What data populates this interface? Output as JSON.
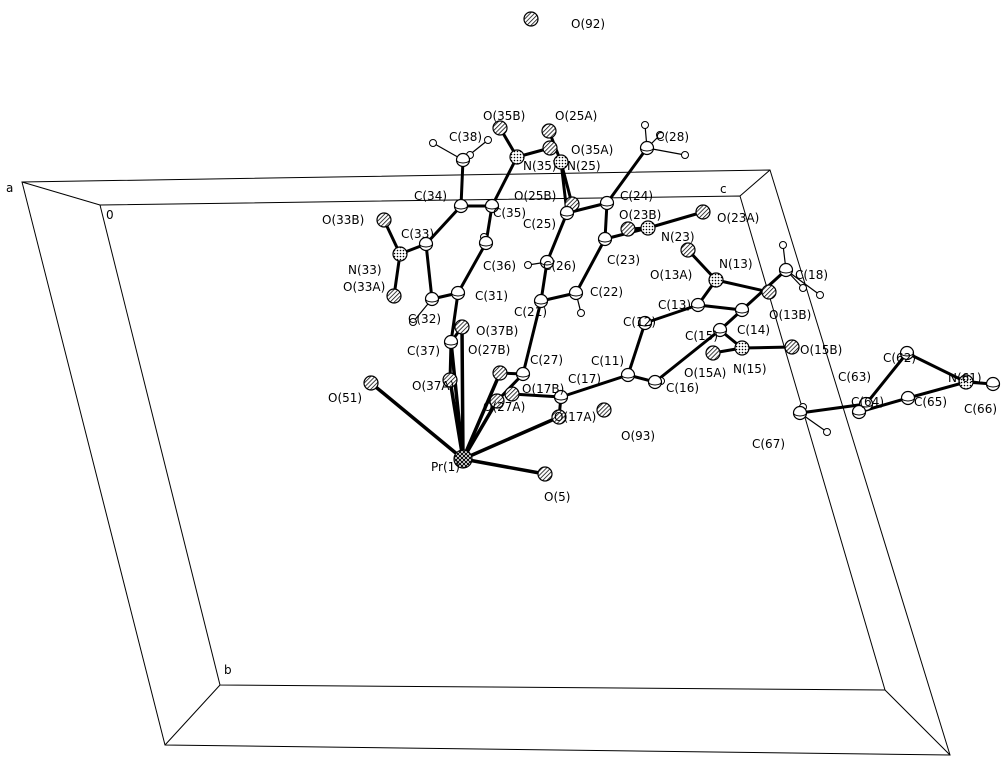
{
  "cell": {
    "origin_label": "0",
    "a_label": "a",
    "b_label": "b",
    "c_label": "c"
  },
  "atoms": [
    {
      "id": "O92",
      "label": "O(92)",
      "el": "O"
    },
    {
      "id": "O35B",
      "label": "O(35B)",
      "el": "O"
    },
    {
      "id": "O25A",
      "label": "O(25A)",
      "el": "O"
    },
    {
      "id": "C38",
      "label": "C(38)",
      "el": "C"
    },
    {
      "id": "O35A",
      "label": "O(35A)",
      "el": "O"
    },
    {
      "id": "C28",
      "label": "C(28)",
      "el": "C"
    },
    {
      "id": "N35",
      "label": "N(35)",
      "el": "N"
    },
    {
      "id": "N25",
      "label": "N(25)",
      "el": "N"
    },
    {
      "id": "C34",
      "label": "C(34)",
      "el": "C"
    },
    {
      "id": "O25B",
      "label": "O(25B)",
      "el": "O"
    },
    {
      "id": "C24",
      "label": "C(24)",
      "el": "C"
    },
    {
      "id": "C35",
      "label": "C(35)",
      "el": "C"
    },
    {
      "id": "C25",
      "label": "C(25)",
      "el": "C"
    },
    {
      "id": "O33B",
      "label": "O(33B)",
      "el": "O"
    },
    {
      "id": "C33",
      "label": "C(33)",
      "el": "C"
    },
    {
      "id": "O23B",
      "label": "O(23B)",
      "el": "O"
    },
    {
      "id": "O23A",
      "label": "O(23A)",
      "el": "O"
    },
    {
      "id": "N23",
      "label": "N(23)",
      "el": "N"
    },
    {
      "id": "C23",
      "label": "C(23)",
      "el": "C"
    },
    {
      "id": "N33",
      "label": "N(33)",
      "el": "N"
    },
    {
      "id": "C36",
      "label": "C(36)",
      "el": "C"
    },
    {
      "id": "C26",
      "label": "C(26)",
      "el": "C"
    },
    {
      "id": "N13",
      "label": "N(13)",
      "el": "N"
    },
    {
      "id": "C18",
      "label": "C(18)",
      "el": "C"
    },
    {
      "id": "O13A",
      "label": "O(13A)",
      "el": "O"
    },
    {
      "id": "C31",
      "label": "C(31)",
      "el": "C"
    },
    {
      "id": "C21",
      "label": "C(21)",
      "el": "C"
    },
    {
      "id": "C22",
      "label": "C(22)",
      "el": "C"
    },
    {
      "id": "O33A",
      "label": "O(33A)",
      "el": "O"
    },
    {
      "id": "C13",
      "label": "C(13)",
      "el": "C"
    },
    {
      "id": "O13B",
      "label": "O(13B)",
      "el": "O"
    },
    {
      "id": "C32",
      "label": "C(32)",
      "el": "C"
    },
    {
      "id": "C14",
      "label": "C(14)",
      "el": "C"
    },
    {
      "id": "C12",
      "label": "C(12)",
      "el": "C"
    },
    {
      "id": "O37B",
      "label": "O(37B)",
      "el": "O"
    },
    {
      "id": "O15B",
      "label": "O(15B)",
      "el": "O"
    },
    {
      "id": "C15",
      "label": "C(15)",
      "el": "C"
    },
    {
      "id": "C62",
      "label": "C(62)",
      "el": "C"
    },
    {
      "id": "N61",
      "label": "N(61)",
      "el": "N"
    },
    {
      "id": "C37",
      "label": "C(37)",
      "el": "C"
    },
    {
      "id": "O27B",
      "label": "O(27B)",
      "el": "O"
    },
    {
      "id": "C27",
      "label": "C(27)",
      "el": "C"
    },
    {
      "id": "C11",
      "label": "C(11)",
      "el": "C"
    },
    {
      "id": "O15A",
      "label": "O(15A)",
      "el": "O"
    },
    {
      "id": "N15",
      "label": "N(15)",
      "el": "N"
    },
    {
      "id": "C63",
      "label": "C(63)",
      "el": "C"
    },
    {
      "id": "C16",
      "label": "C(16)",
      "el": "C"
    },
    {
      "id": "C17",
      "label": "C(17)",
      "el": "C"
    },
    {
      "id": "O51",
      "label": "O(51)",
      "el": "O"
    },
    {
      "id": "O37A",
      "label": "O(37A)",
      "el": "O"
    },
    {
      "id": "O17B",
      "label": "O(17B)",
      "el": "O"
    },
    {
      "id": "C66",
      "label": "C(66)",
      "el": "C"
    },
    {
      "id": "C64",
      "label": "C(64)",
      "el": "C"
    },
    {
      "id": "C65",
      "label": "C(65)",
      "el": "C"
    },
    {
      "id": "O27A",
      "label": "O(27A)",
      "el": "O"
    },
    {
      "id": "O17A",
      "label": "O(17A)",
      "el": "O"
    },
    {
      "id": "O93",
      "label": "O(93)",
      "el": "O"
    },
    {
      "id": "C67",
      "label": "C(67)",
      "el": "C"
    },
    {
      "id": "Pr1",
      "label": "Pr(1)",
      "el": "Pr"
    },
    {
      "id": "O5",
      "label": "O(5)",
      "el": "O"
    }
  ],
  "bonds": [
    [
      "Pr1",
      "O51"
    ],
    [
      "Pr1",
      "O5"
    ],
    [
      "Pr1",
      "O17A"
    ],
    [
      "Pr1",
      "O27A"
    ],
    [
      "Pr1",
      "O27B"
    ],
    [
      "Pr1",
      "O37A"
    ],
    [
      "Pr1",
      "O37B"
    ],
    [
      "Pr1",
      "C37"
    ],
    [
      "C17",
      "O17A"
    ],
    [
      "C17",
      "O17B"
    ],
    [
      "C17",
      "C11"
    ],
    [
      "C11",
      "C12"
    ],
    [
      "C11",
      "C16"
    ],
    [
      "C12",
      "C13"
    ],
    [
      "C13",
      "C14"
    ],
    [
      "C14",
      "C15"
    ],
    [
      "C15",
      "C16"
    ],
    [
      "C13",
      "N13"
    ],
    [
      "N13",
      "O13A"
    ],
    [
      "N13",
      "O13B"
    ],
    [
      "C14",
      "C18"
    ],
    [
      "C15",
      "N15"
    ],
    [
      "N15",
      "O15A"
    ],
    [
      "N15",
      "O15B"
    ],
    [
      "C27",
      "O27A"
    ],
    [
      "C27",
      "O27B"
    ],
    [
      "C27",
      "C21"
    ],
    [
      "C21",
      "C22"
    ],
    [
      "C21",
      "C26"
    ],
    [
      "C22",
      "C23"
    ],
    [
      "C23",
      "C24"
    ],
    [
      "C24",
      "C25"
    ],
    [
      "C25",
      "C26"
    ],
    [
      "C23",
      "N23"
    ],
    [
      "N23",
      "O23A"
    ],
    [
      "N23",
      "O23B"
    ],
    [
      "C24",
      "C28"
    ],
    [
      "C25",
      "N25"
    ],
    [
      "N25",
      "O25A"
    ],
    [
      "N25",
      "O25B"
    ],
    [
      "C37",
      "O37A"
    ],
    [
      "C37",
      "O37B"
    ],
    [
      "C37",
      "C31"
    ],
    [
      "C31",
      "C32"
    ],
    [
      "C31",
      "C36"
    ],
    [
      "C32",
      "C33"
    ],
    [
      "C33",
      "C34"
    ],
    [
      "C34",
      "C35"
    ],
    [
      "C35",
      "C36"
    ],
    [
      "C33",
      "N33"
    ],
    [
      "N33",
      "O33A"
    ],
    [
      "N33",
      "O33B"
    ],
    [
      "C34",
      "C38"
    ],
    [
      "C35",
      "N35"
    ],
    [
      "N35",
      "O35A"
    ],
    [
      "N35",
      "O35B"
    ],
    [
      "N61",
      "C62"
    ],
    [
      "C62",
      "C63"
    ],
    [
      "C63",
      "C64"
    ],
    [
      "C64",
      "C65"
    ],
    [
      "C65",
      "N61"
    ],
    [
      "N61",
      "C66"
    ],
    [
      "C63",
      "C67"
    ]
  ]
}
